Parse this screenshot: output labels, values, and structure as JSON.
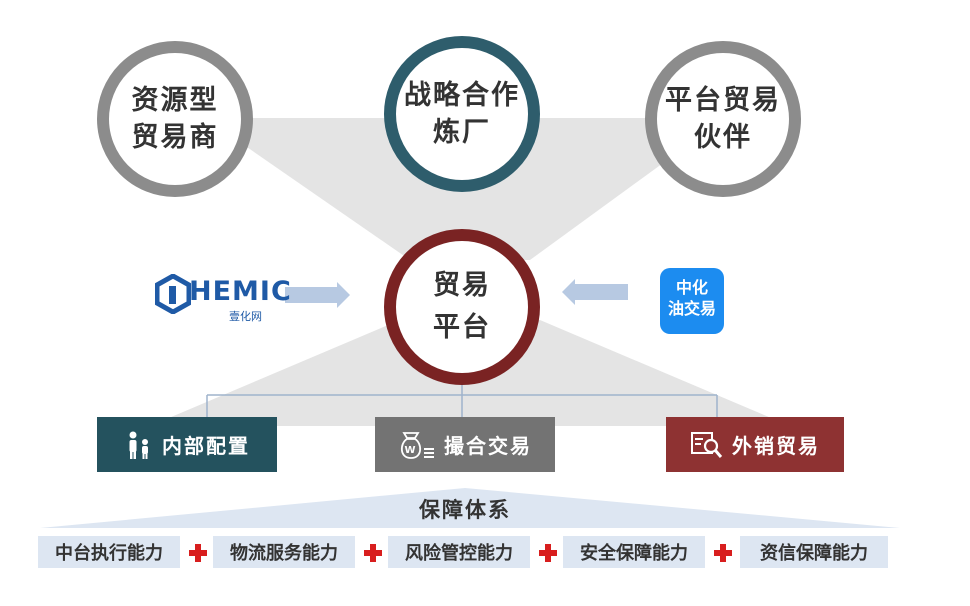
{
  "top_nodes": [
    {
      "label_line1": "资源型",
      "label_line2": "贸易商"
    },
    {
      "label_line1": "战略合作",
      "label_line2": "炼厂"
    },
    {
      "label_line1": "平台贸易",
      "label_line2": "伙伴"
    }
  ],
  "center": {
    "label_line1": "贸易",
    "label_line2": "平台"
  },
  "left_logo": {
    "brand": "HEMIC",
    "sub": "壹化网"
  },
  "right_logo": {
    "line1": "中化",
    "line2": "油交易"
  },
  "modules": [
    {
      "label": "内部配置",
      "icon": "family-icon",
      "color": "#24525e"
    },
    {
      "label": "撮合交易",
      "icon": "money-bag-icon",
      "color": "#737373"
    },
    {
      "label": "外销贸易",
      "icon": "search-document-icon",
      "color": "#8e3232"
    }
  ],
  "support": {
    "title": "保障体系",
    "capabilities": [
      "中台执行能力",
      "物流服务能力",
      "风险管控能力",
      "安全保障能力",
      "资信保障能力"
    ]
  },
  "colors": {
    "gray": "#8c8c8c",
    "teal": "#2e5d6c",
    "red": "#7a2323",
    "arrow": "#b7c9e2",
    "band": "#dde6f2",
    "plus": "#d81e1e"
  }
}
